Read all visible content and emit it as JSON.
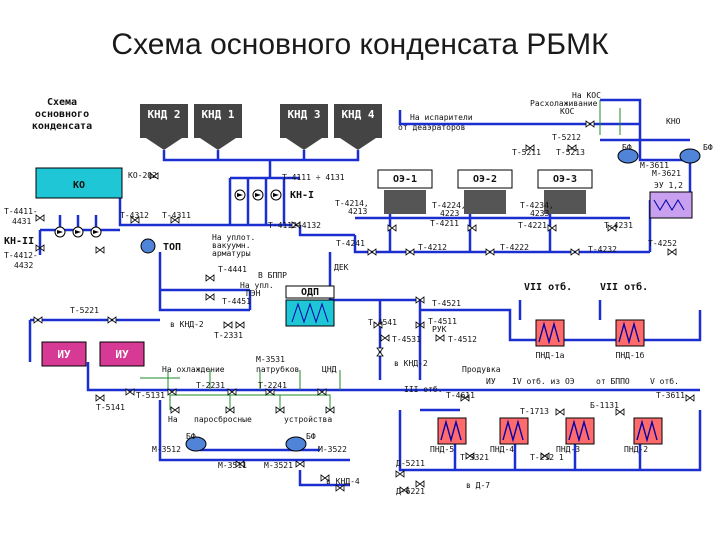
{
  "title": "Схема основного конденсата РБМК",
  "scheme_label": [
    "Схема",
    "основного",
    "конденсата"
  ],
  "knd": [
    "КНД 2",
    "КНД 1",
    "КНД 3",
    "КНД 4"
  ],
  "ko": "КО",
  "oe": [
    "ОЭ-1",
    "ОЭ-2",
    "ОЭ-3"
  ],
  "iu": [
    "ИУ",
    "ИУ"
  ],
  "odp": "ОДП",
  "top": "ТОП",
  "kn1": "КН-I",
  "kn2": "КН-II",
  "pnd_upper": [
    "ПНД-1а",
    "ПНД-1б"
  ],
  "pnd_lower": [
    "ПНД-5",
    "ПНД-4",
    "ПНД-3",
    "ПНД-2"
  ],
  "bf": [
    "БФ",
    "БФ",
    "БФ",
    "БФ"
  ],
  "labels": {
    "kos": "На КОС",
    "rasch": "Расхолаживание",
    "kos2": "КОС",
    "isp1": "На испарители",
    "isp2": "от деаэраторов",
    "t5212": "Т-5212",
    "t5211": "Т-5211",
    "t5213": "Т-5213",
    "kno": "КНО",
    "m3611": "М-3611",
    "m3621": "М-3621",
    "eu": "ЭУ 1,2",
    "ko202": "КО-202",
    "t4111": "Т-4111 ÷ 4131",
    "t4411": "Т-4411-",
    "t4431": "4431",
    "t4412": "Т-4412-",
    "t4432": "4432",
    "t4312": "Т-4312",
    "t4311": "Т-4311",
    "t4112": "Т-4112÷4132",
    "t4214": "Т-4214,",
    "t4213": "4213",
    "t4224": "Т-4224,",
    "t4223": "4223",
    "t4211": "Т-4211",
    "t4234": "Т-4234,",
    "t4233": "4233",
    "t4221": "Т-4221",
    "t4231": "Т-4231",
    "upl1": "На уплот.",
    "upl2": "вакуумн.",
    "upl3": "арматуры",
    "t4241": "Т-4241",
    "t4212": "Т-4212",
    "t4222": "Т-4222",
    "t4232": "Т-4232",
    "t4252": "Т-4252",
    "t4441": "Т-4441",
    "bppr": "В БППР",
    "upl4": "На упл.",
    "pen": "ПЭН",
    "t4451": "Т-4451",
    "dek": "ДЕК",
    "t5221": "Т-5221",
    "t4521": "Т-4521",
    "vii1": "VII отб.",
    "vii2": "VII отб.",
    "knd2a": "в КНД-2",
    "t2331": "Т-2331",
    "t4541": "Т-4541",
    "t4511": "Т-4511",
    "ruk": "РУК",
    "t4531": "Т-4531",
    "t4512": "Т-4512",
    "knd2b": "в КНД-2",
    "m3531": "М-3531",
    "okhl": "На охлаждение",
    "patr": "патрубков",
    "cnd": "ЦНД",
    "prod": "Продувка",
    "iu_oe": "ИУ",
    "t5131": "Т-5131",
    "t2231": "Т-2231",
    "t2241": "Т-2241",
    "t5141": "Т-5141",
    "na": "На",
    "parosbr": "паросбросные",
    "ustr": "устройства",
    "otb3": "III отб.",
    "otb_oe": "IV отб. из ОЭ",
    "bppo": "от БППО",
    "otb5": "V отб.",
    "t4611": "Т-4611",
    "t1713": "Т-1713",
    "b1131": "Б-1131",
    "t3611": "Т-3611",
    "m3512": "М-3512",
    "m3522": "М-3522",
    "m3511": "М-3511",
    "m3521": "М-3521",
    "t3321": "Т-3321",
    "t2121": "Т-212 1",
    "d5211": "Д-5211",
    "d6221": "Д-6221",
    "vd7": "в Д-7",
    "knd4": "в КНД-4"
  }
}
